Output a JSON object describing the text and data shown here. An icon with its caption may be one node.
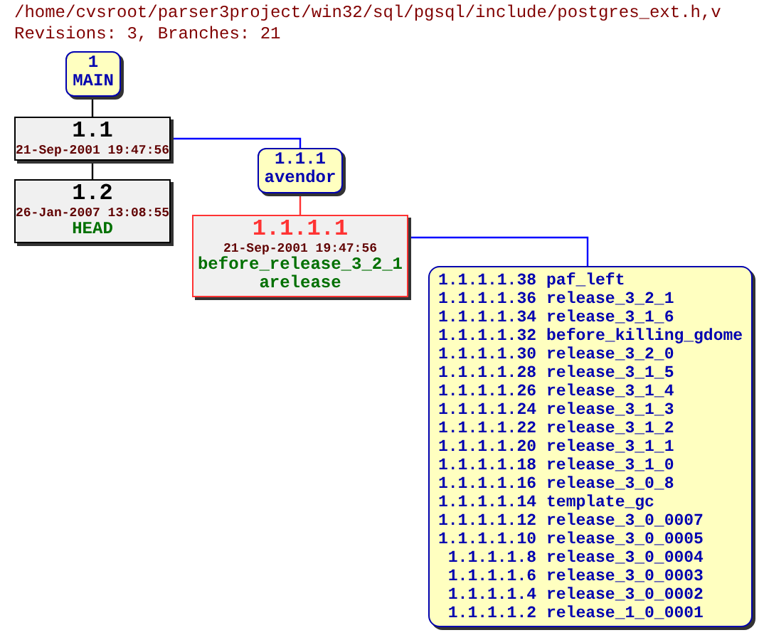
{
  "diagram": {
    "nodes": [
      {
        "text": [
          "1",
          "MAIN"
        ]
      },
      {
        "text": [
          "1.1",
          "21-Sep-2001 19:47:56"
        ]
      },
      {
        "text": [
          "1.2",
          "26-Jan-2007 13:08:55",
          "HEAD"
        ]
      },
      {
        "text": [
          "1.1.1",
          "avendor"
        ]
      },
      {
        "text": [
          "1.1.1.1",
          "21-Sep-2001 19:47:56",
          "before_release_3_2_1",
          "arelease"
        ]
      },
      {
        "text": [
          "1.1.1.1.38",
          "paf_left",
          "1.1.1.1.36",
          "release_3_2_1",
          "1.1.1.1.34",
          "release_3_1_6",
          "1.1.1.1.32",
          "before_killing_gdome",
          "1.1.1.1.30",
          "release_3_2_0",
          "1.1.1.1.28",
          "release_3_1_5",
          "1.1.1.1.26",
          "release_3_1_4",
          "1.1.1.1.24",
          "release_3_1_3",
          "1.1.1.1.22",
          "release_3_1_2",
          "1.1.1.1.20",
          "release_3_1_1",
          "1.1.1.1.18",
          "release_3_1_0",
          "1.1.1.1.16",
          "release_3_0_8",
          "1.1.1.1.14",
          "template_gc",
          "1.1.1.1.12",
          "release_3_0_0007",
          "1.1.1.1.10",
          "release_3_0_0005",
          "1.1.1.1.8",
          "release_3_0_0004",
          "1.1.1.1.6",
          "release_3_0_0003",
          "1.1.1.1.4",
          "release_3_0_0002",
          "1.1.1.1.2",
          "release_1_0_0001"
        ]
      }
    ],
    "edges": [
      {
        "from": 0,
        "to": 1,
        "arrow": "none"
      },
      {
        "from": 1,
        "to": 2,
        "arrow": "none"
      },
      {
        "from": 1,
        "to": 3,
        "arrow": "none",
        "color": "#0000ff"
      },
      {
        "from": 3,
        "to": 4,
        "arrow": "none",
        "color": "#ff3333"
      },
      {
        "from": 4,
        "to": 5,
        "arrow": "none",
        "color": "#0000ff"
      }
    ],
    "labels": [
      "/home/cvsroot/parser3project/win32/sql/pgsql/include/postgres_ext.h,v",
      "Revisions: 3, Branches: 21"
    ]
  }
}
